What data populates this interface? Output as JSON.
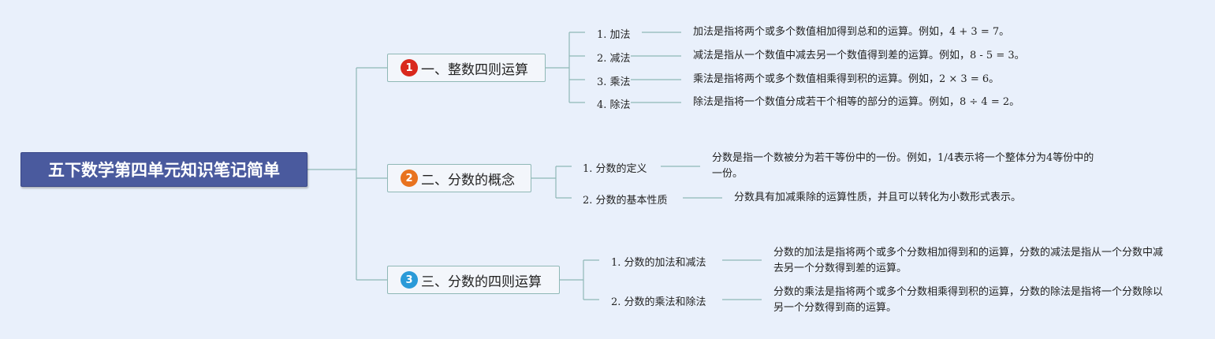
{
  "root": {
    "title": "五下数学第四单元知识笔记简单"
  },
  "topics": [
    {
      "number": "1",
      "color": "#d9281d",
      "title": "一、整数四则运算",
      "items": [
        {
          "label": "1. 加法",
          "text": "加法是指将两个或多个数值相加得到总和的运算。例如，4 + 3 = 7。"
        },
        {
          "label": "2. 减法",
          "text": "减法是指从一个数值中减去另一个数值得到差的运算。例如，8 - 5 = 3。"
        },
        {
          "label": "3. 乘法",
          "text": "乘法是指将两个或多个数值相乘得到积的运算。例如，2 × 3 = 6。"
        },
        {
          "label": "4. 除法",
          "text": "除法是指将一个数值分成若干个相等的部分的运算。例如，8 ÷ 4 = 2。"
        }
      ]
    },
    {
      "number": "2",
      "color": "#e8731f",
      "title": "二、分数的概念",
      "items": [
        {
          "label": "1. 分数的定义",
          "text": "分数是指一个数被分为若干等份中的一份。例如，1/4表示将一个整体分为4等份中的一份。"
        },
        {
          "label": "2. 分数的基本性质",
          "text": "分数具有加减乘除的运算性质，并且可以转化为小数形式表示。"
        }
      ]
    },
    {
      "number": "3",
      "color": "#2a9ad8",
      "title": "三、分数的四则运算",
      "items": [
        {
          "label": "1. 分数的加法和减法",
          "text": "分数的加法是指将两个或多个分数相加得到和的运算，分数的减法是指从一个分数中减去另一个分数得到差的运算。"
        },
        {
          "label": "2. 分数的乘法和除法",
          "text": "分数的乘法是指将两个或多个分数相乘得到积的运算，分数的除法是指将一个分数除以另一个分数得到商的运算。"
        }
      ]
    }
  ]
}
